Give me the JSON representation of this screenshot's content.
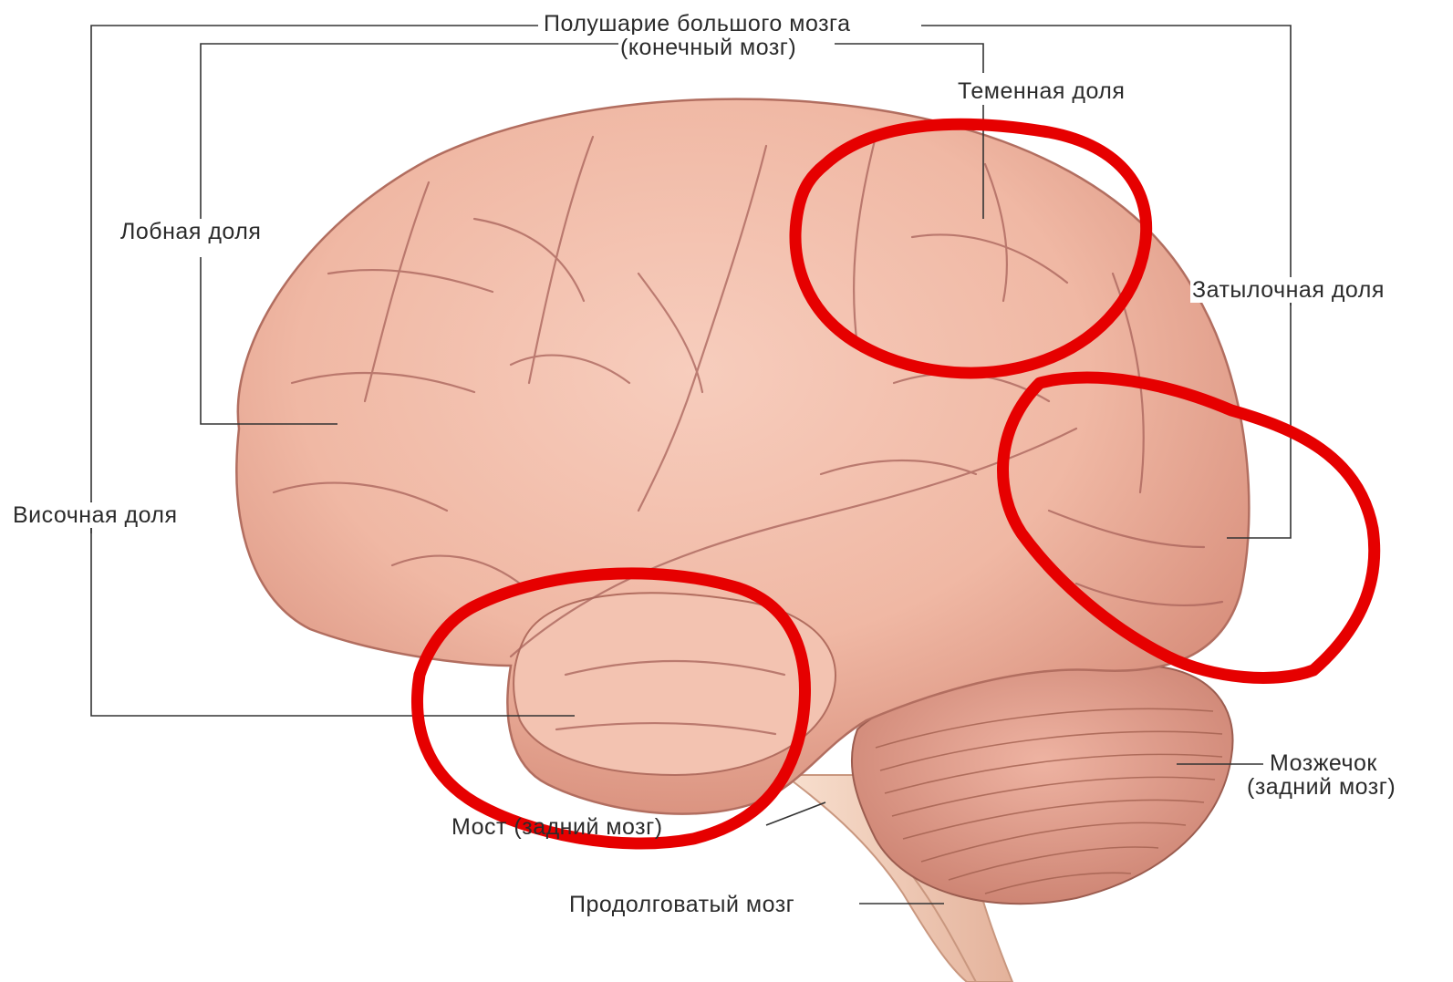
{
  "labels": {
    "hemisphere_line1": "Полушарие большого мозга",
    "hemisphere_line2": "(конечный мозг)",
    "parietal": "Теменная доля",
    "frontal": "Лобная доля",
    "occipital": "Затылочная доля",
    "temporal": "Височная доля",
    "cerebellum_line1": "Мозжечок",
    "cerebellum_line2": "(задний мозг)",
    "pons": "Мост (задний мозг)",
    "medulla": "Продолговатый мозг"
  },
  "colors": {
    "brain_fill": "#f0b8a4",
    "brain_shade": "#d88f7c",
    "sulcus": "#a8625a",
    "cerebellum_fill": "#e7a392",
    "stem_fill": "#f4d3bf",
    "highlight_circle": "#e60000",
    "leader_line": "#333333"
  }
}
